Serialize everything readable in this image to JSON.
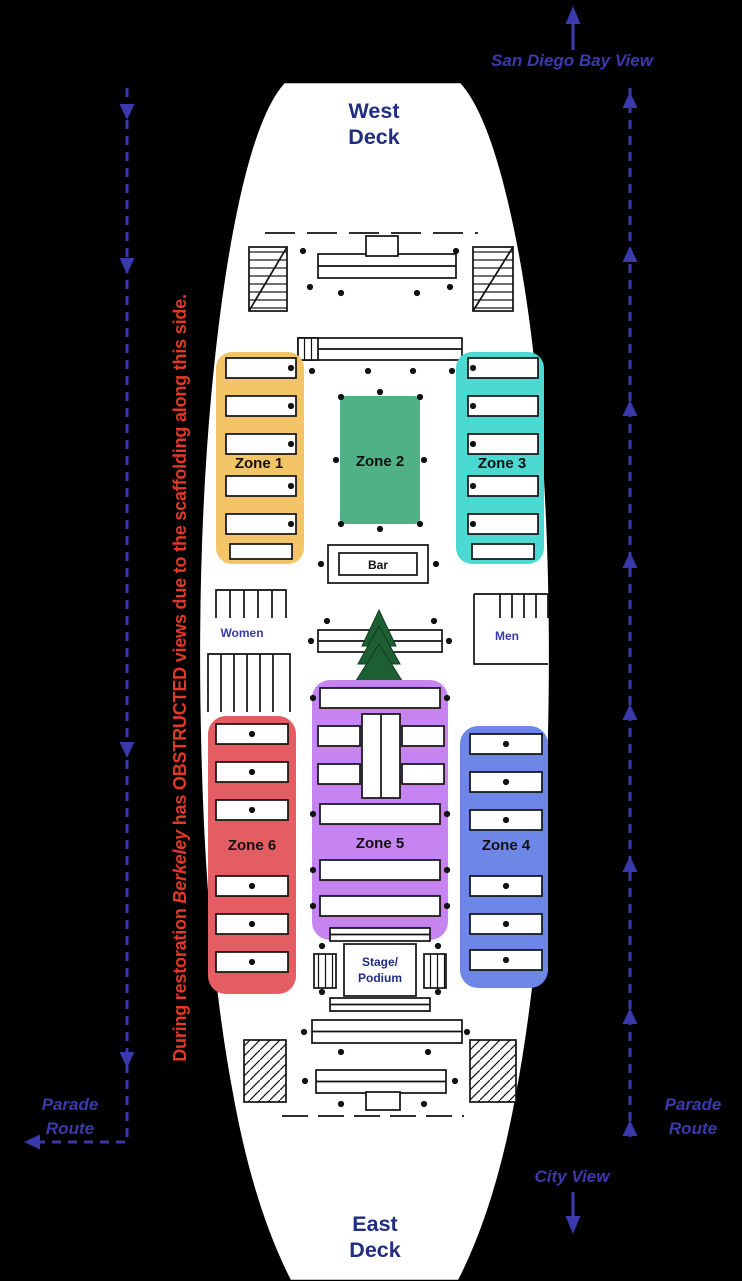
{
  "colors": {
    "background": "#000000",
    "hull": "#ffffff",
    "outline": "#111111",
    "annotation_blue": "#3a3aad",
    "deck_navy": "#202d80",
    "warning_red": "#e0392a",
    "tree_green": "#1e5e33"
  },
  "decks": {
    "west": [
      "West",
      "Deck"
    ],
    "east": [
      "East",
      "Deck"
    ]
  },
  "views": {
    "bay": "San Diego Bay View",
    "city": "City View"
  },
  "parade_route": {
    "line1": "Parade",
    "line2": "Route"
  },
  "warning": {
    "part1": "During restoration ",
    "emphasis": "Berkeley",
    "part2": " has OBSTRUCTED views due to the scaffolding along this side."
  },
  "zones": [
    {
      "label": "Zone 1",
      "color": "#f4c568"
    },
    {
      "label": "Zone 2",
      "color": "#4fb185"
    },
    {
      "label": "Zone 3",
      "color": "#4bd9d2"
    },
    {
      "label": "Zone 4",
      "color": "#6e87e7"
    },
    {
      "label": "Zone 5",
      "color": "#c684f0"
    },
    {
      "label": "Zone 6",
      "color": "#e45d62"
    }
  ],
  "facilities": {
    "bar": "Bar",
    "women": "Women",
    "men": "Men",
    "stage": [
      "Stage/",
      "Podium"
    ]
  }
}
